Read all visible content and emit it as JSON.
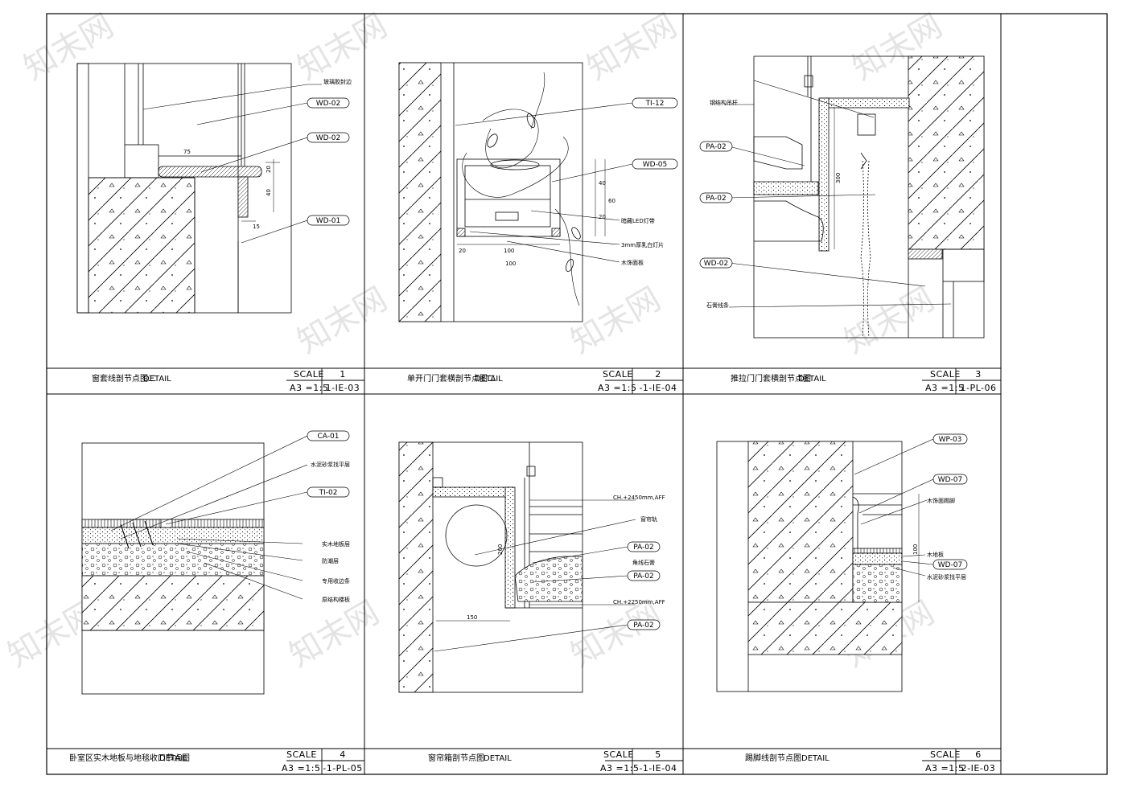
{
  "sheet": {
    "watermark": "知末网"
  },
  "panels": [
    {
      "title": "窗套线剖节点图二",
      "detail_word": "DETAIL",
      "scale_label": "SCALE",
      "scale_ratio": "A3 =1:5",
      "number": "1",
      "ref": "1-IE-03",
      "tags": [
        "WD-02",
        "WD-02",
        "WD-01"
      ],
      "notes": [
        "玻璃胶封边",
        "75"
      ],
      "dims": [
        "20",
        "40",
        "15"
      ]
    },
    {
      "title": "单开门门套横剖节点图二",
      "detail_word": "DETAIL",
      "scale_label": "SCALE",
      "scale_ratio": "A3 =1:5",
      "number": "2",
      "ref": "-1-IE-04",
      "tags": [
        "TI-12",
        "WD-05"
      ],
      "notes": [
        "暗藏LED灯带",
        "3mm厚乳白灯片",
        "木饰面板"
      ],
      "dims": [
        "40",
        "60",
        "20",
        "20",
        "100",
        "100"
      ]
    },
    {
      "title": "推拉门门套横剖节点图",
      "detail_word": "DETAIL",
      "scale_label": "SCALE",
      "scale_ratio": "A3 =1:5",
      "number": "3",
      "ref": "1-PL-06",
      "tags": [
        "PA-02",
        "PA-02",
        "WD-02"
      ],
      "notes": [
        "钢结构吊杆",
        "石膏线条"
      ],
      "dims": [
        "300"
      ]
    },
    {
      "title": "卧室区实木地板与地毯收口节点图",
      "detail_word": "DETAIL",
      "scale_label": "SCALE",
      "scale_ratio": "A3 =1:5",
      "number": "4",
      "ref": "-1-PL-05",
      "tags": [
        "CA-01",
        "TI-02"
      ],
      "notes": [
        "水泥砂浆找平层",
        "实木地板层",
        "防潮层",
        "专用收边条",
        "原结构楼板"
      ],
      "dims": []
    },
    {
      "title": "窗帘箱剖节点图",
      "detail_word": "DETAIL",
      "scale_label": "SCALE",
      "scale_ratio": "A3 =1:5",
      "number": "5",
      "ref": "-1-IE-04",
      "tags": [
        "PA-02",
        "PA-02",
        "PA-02"
      ],
      "notes": [
        "CH.+2450mm,AFF",
        "CH.+2250mm,AFF",
        "窗帘轨",
        "角线石膏"
      ],
      "dims": [
        "200",
        "150"
      ]
    },
    {
      "title": "踢脚线剖节点图",
      "detail_word": "DETAIL",
      "scale_label": "SCALE",
      "scale_ratio": "A3 =1:5",
      "number": "6",
      "ref": "2-IE-03",
      "tags": [
        "WP-03",
        "WD-07",
        "WD-07"
      ],
      "notes": [
        "木饰面踢脚",
        "木地板",
        "水泥砂浆找平层"
      ],
      "dims": [
        "100"
      ]
    }
  ]
}
